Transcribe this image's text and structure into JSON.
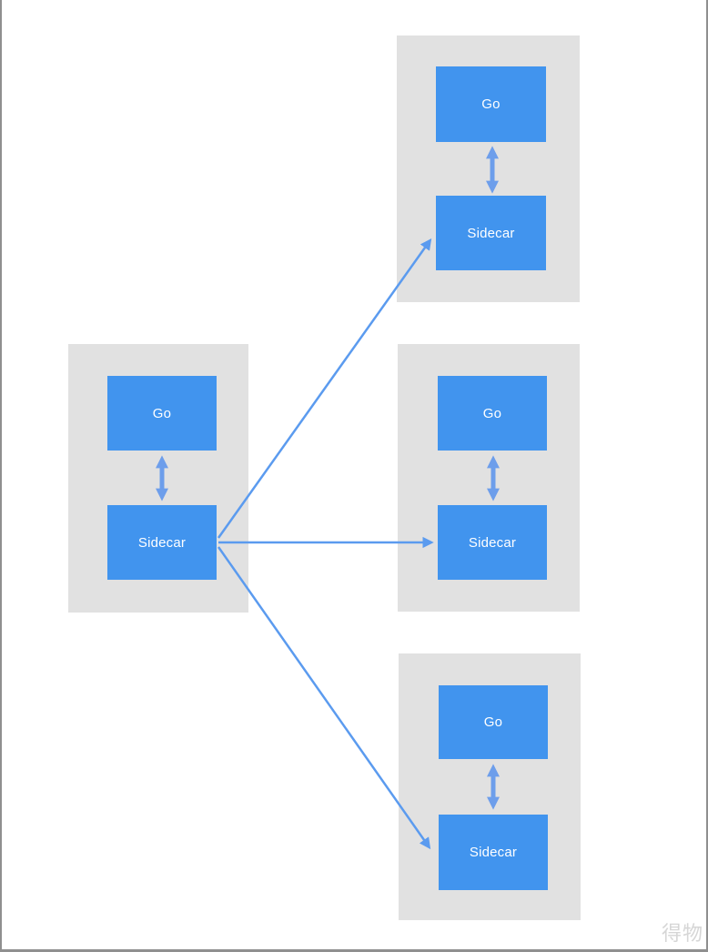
{
  "page": {
    "watermark": "得物"
  },
  "colors": {
    "node_fill": "#4194ee",
    "node_text": "#ffffff",
    "group_fill": "#e1e1e1",
    "connector": "#5b9bef",
    "double_arrow": "#6d9eeb",
    "frame_border": "#8f8f8f",
    "watermark_text": "#d6d6d6"
  },
  "diagram": {
    "groups": [
      {
        "id": "left-service",
        "nodes": [
          {
            "label": "Go"
          },
          {
            "label": "Sidecar"
          }
        ]
      },
      {
        "id": "top-right-service",
        "nodes": [
          {
            "label": "Go"
          },
          {
            "label": "Sidecar"
          }
        ]
      },
      {
        "id": "middle-right-service",
        "nodes": [
          {
            "label": "Go"
          },
          {
            "label": "Sidecar"
          }
        ]
      },
      {
        "id": "bottom-right-service",
        "nodes": [
          {
            "label": "Go"
          },
          {
            "label": "Sidecar"
          }
        ]
      }
    ],
    "connections": [
      {
        "from": "left-service/Sidecar",
        "to": "top-right-service/Sidecar",
        "style": "single-arrow"
      },
      {
        "from": "left-service/Sidecar",
        "to": "middle-right-service/Sidecar",
        "style": "single-arrow"
      },
      {
        "from": "left-service/Sidecar",
        "to": "bottom-right-service/Sidecar",
        "style": "single-arrow"
      },
      {
        "from": "left-service/Go",
        "to": "left-service/Sidecar",
        "style": "double-arrow"
      },
      {
        "from": "top-right-service/Go",
        "to": "top-right-service/Sidecar",
        "style": "double-arrow"
      },
      {
        "from": "middle-right-service/Go",
        "to": "middle-right-service/Sidecar",
        "style": "double-arrow"
      },
      {
        "from": "bottom-right-service/Go",
        "to": "bottom-right-service/Sidecar",
        "style": "double-arrow"
      }
    ]
  }
}
